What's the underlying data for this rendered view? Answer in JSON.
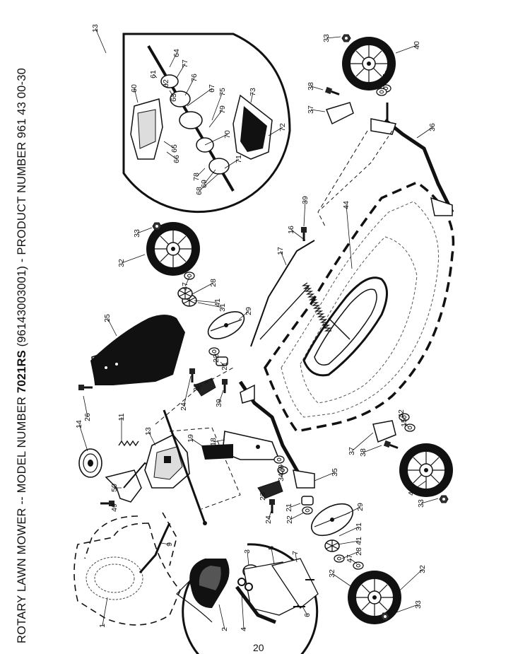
{
  "header": {
    "title_prefix": "ROTARY LAWN MOWER -- MODEL NUMBER",
    "model": "7021RS",
    "title_suffix": "(96143003001) - PRODUCT NUMBER 961 43 00-30"
  },
  "page_number": "20",
  "callouts": [
    "1",
    "2",
    "3",
    "4",
    "5",
    "6",
    "7",
    "9",
    "11",
    "13",
    "13",
    "14",
    "15",
    "15",
    "16",
    "17",
    "18",
    "19",
    "20",
    "21",
    "21",
    "22",
    "22",
    "23",
    "23",
    "24",
    "24",
    "25",
    "26",
    "28",
    "28",
    "29",
    "29",
    "31",
    "31",
    "32",
    "32",
    "32",
    "33",
    "33",
    "33",
    "33",
    "34",
    "35",
    "36",
    "37",
    "37",
    "38",
    "38",
    "39",
    "39",
    "40",
    "40",
    "41",
    "41",
    "42",
    "42",
    "44",
    "47",
    "47",
    "49",
    "50",
    "60",
    "61",
    "62",
    "63",
    "64",
    "65",
    "66",
    "67",
    "68",
    "69",
    "70",
    "71",
    "72",
    "73",
    "75",
    "76",
    "77",
    "78",
    "79"
  ]
}
